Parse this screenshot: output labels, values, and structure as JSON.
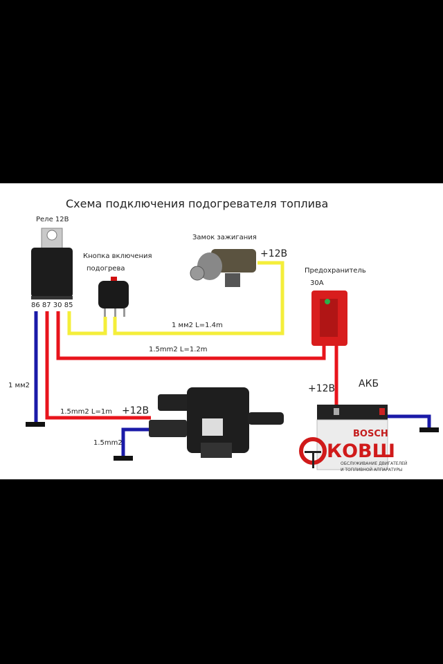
{
  "title": "Схема подключения подогревателя топлива",
  "relay": {
    "label": "Реле 12В",
    "pins": "86 87 30 85"
  },
  "switch": {
    "label_line1": "Кнопка включения",
    "label_line2": "подогрева"
  },
  "ignition": {
    "label": "Замок зажигания",
    "voltage": "+12В"
  },
  "fuse": {
    "label": "Предохранитель",
    "rating": "30А"
  },
  "battery": {
    "label": "АКБ",
    "voltage": "+12В",
    "brand": "BOSCH"
  },
  "heater": {
    "voltage": "+12В",
    "wire_power": "1.5mm2  L=1m",
    "wire_ground": "1.5mm2"
  },
  "wires": {
    "yellow": "1 мм2  L=1.4m",
    "red": "1.5mm2  L=1.2m",
    "blue": "1 мм2"
  },
  "logo": {
    "name": "КОВШ",
    "tagline1": "ОБСЛУЖИВАНИЕ ДВИГАТЕЛЕЙ",
    "tagline2": "И ТОПЛИВНОЙ АППАРАТУРЫ"
  },
  "colors": {
    "red_wire": "#e8141c",
    "yellow_wire": "#f4ee3a",
    "blue_wire": "#1a1aa8",
    "background": "#000000"
  }
}
